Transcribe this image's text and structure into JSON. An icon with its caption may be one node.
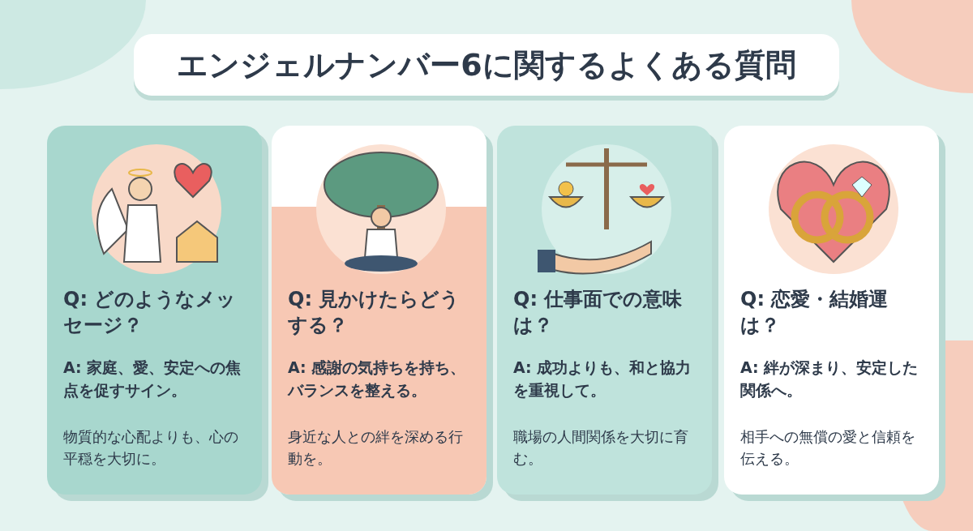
{
  "diagram": {
    "title": "エンジェルナンバー6に関するよくある質問",
    "nodes": [
      {
        "text": [
          "Q: どのようなメッセージ？",
          "A: 家庭、愛、安定への焦点を促すサイン。",
          "物質的な心配よりも、心の平穏を大切に。"
        ]
      },
      {
        "text": [
          "Q: 見かけたらどうする？",
          "A: 感謝の気持ちを持ち、バランスを整える。",
          "身近な人との絆を深める行動を。"
        ]
      },
      {
        "text": [
          "Q: 仕事面での意味は？",
          "A: 成功よりも、和と協力を重視して。",
          "職場の人間関係を大切に育む。"
        ]
      },
      {
        "text": [
          "Q: 恋愛・結婚運は？",
          "A: 絆が深まり、安定した関係へ。",
          "相手への無償の愛と信頼を伝える。"
        ]
      }
    ]
  }
}
